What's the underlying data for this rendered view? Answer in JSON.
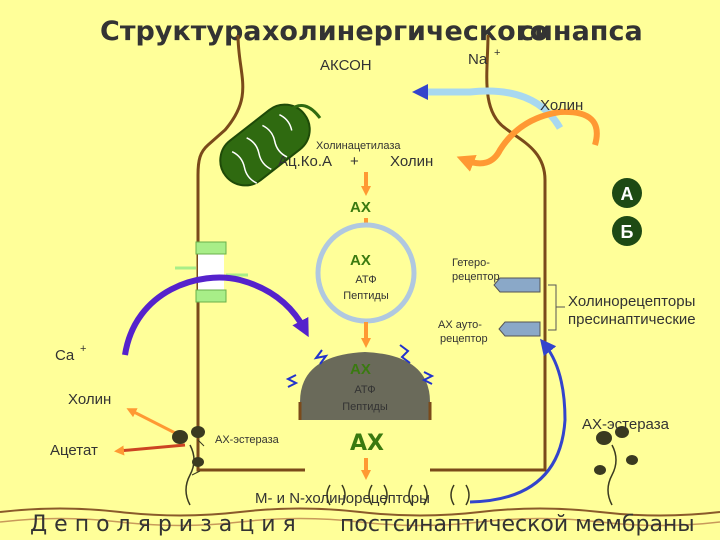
{
  "title": {
    "part1": "Структура",
    "part2": "холинергического",
    "part3": "синапса"
  },
  "labels": {
    "axon": "АКСОН",
    "na": "Na",
    "na_sup": "+",
    "choline_top": "Холин",
    "cholinacetylase": "Холинацетилаза",
    "acetyl_coa": "Ац.Ко.А",
    "plus": "+",
    "choline_mid": "Холин",
    "ach_1": "АХ",
    "ach_2": "АХ",
    "atp_1": "АТФ",
    "peptides_1": "Пептиды",
    "hetero_1": "Гетеро-",
    "hetero_2": "рецептор",
    "auto_1": "АХ ауто-",
    "auto_2": "рецептор",
    "presyn_1": "Холинорецепторы",
    "presyn_2": "пресинаптические",
    "ca": "Ca",
    "ca_sup": "+",
    "ach_3": "АХ",
    "atp_2": "АТФ",
    "peptides_2": "Пептиды",
    "choline_left": "Холин",
    "acetate": "Ацетат",
    "ache_left": "АХ-эстераза",
    "ach_cleft": "АХ",
    "ache_right": "АХ-эстераза",
    "receptors": "М-  и  N-холинорецепторы",
    "depol": "Д е п о л я р и з а ц и я",
    "postsyn": "постсинаптической мембраны"
  },
  "badges": {
    "a": "А",
    "b": "Б"
  },
  "colors": {
    "background": "#ffff99",
    "membrane": "#7a4a1a",
    "orange": "#ff9933",
    "vesicle": "#b0c8e0",
    "purple_arrow": "#5522cc",
    "blue_arrow": "#3344cc",
    "green_mito": "#2f6a10",
    "ach_text": "#3a7a10",
    "badge": "#1e4a14"
  }
}
